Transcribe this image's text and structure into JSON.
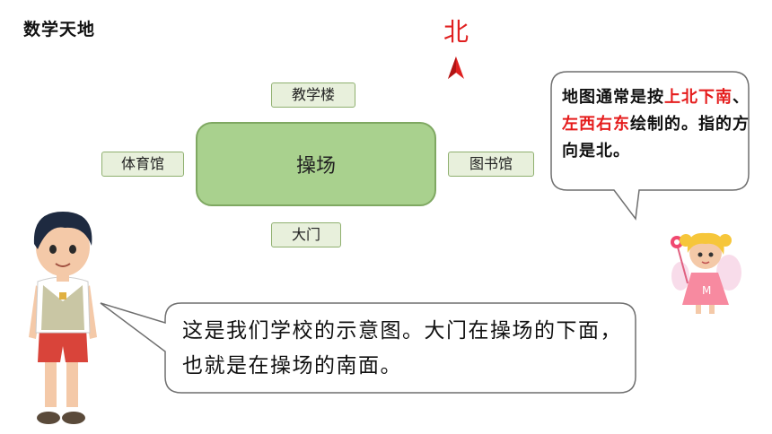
{
  "header": {
    "section_title": "数学天地"
  },
  "compass": {
    "north_label": "北"
  },
  "map": {
    "center": "操场",
    "north": "教学楼",
    "south": "大门",
    "west": "体育馆",
    "east": "图书馆"
  },
  "info_bubble": {
    "part1": "地图通常是按",
    "highlight1": "上北下南",
    "part2": "、",
    "highlight2": "左西右东",
    "part3": "绘制的。指的方向是北。"
  },
  "speech": {
    "text": "这是我们学校的示意图。大门在操场的下面，也就是在操场的南面。"
  },
  "colors": {
    "north_red": "#e02020",
    "highlight_red": "#e51c1c",
    "playground_green": "#a9d18e",
    "place_box": "#e8f0dc"
  }
}
